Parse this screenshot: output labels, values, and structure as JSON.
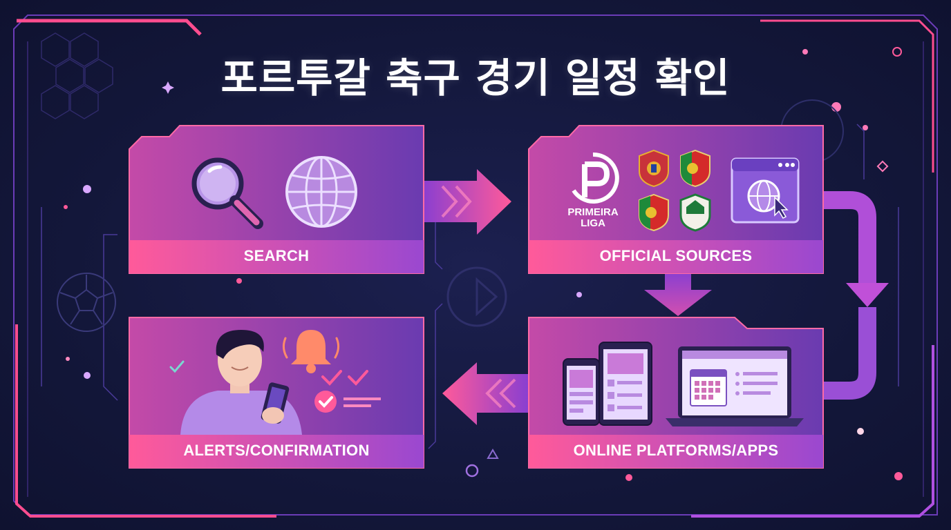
{
  "title": "포르투갈 축구 경기 일정 확인",
  "steps": [
    {
      "label": "SEARCH"
    },
    {
      "label": "OFFICIAL SOURCES"
    },
    {
      "label": "ONLINE PLATFORMS/APPS"
    },
    {
      "label": "ALERTS/CONFIRMATION"
    }
  ],
  "logo": {
    "line1": "PRIMEIRA",
    "line2": "LIGA"
  },
  "icons": {
    "search": [
      "magnifier-icon",
      "globe-icon"
    ],
    "sources": [
      "primeira-liga-logo",
      "crest-icon",
      "flag-shield-icon",
      "browser-globe-icon"
    ],
    "platforms": [
      "phone-icon",
      "tablet-icon",
      "laptop-calendar-icon"
    ],
    "alerts": [
      "person-with-phone-icon",
      "bell-icon",
      "checkmark-icon"
    ]
  },
  "colors": {
    "background": "#13173a",
    "accent_pink": "#ff4d8f",
    "accent_purple": "#7b4fd6",
    "panel_top": "#c04cb0",
    "label_strip": "#ff5a9a"
  }
}
